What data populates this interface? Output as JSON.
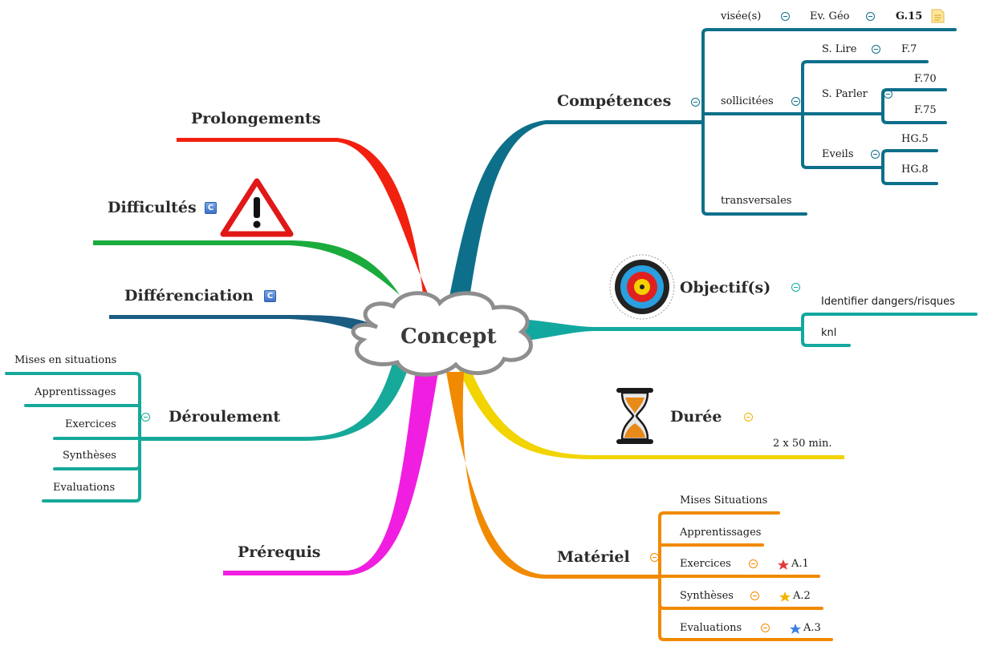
{
  "center": {
    "label": "Concept"
  },
  "colors": {
    "competences": "#0e6f8a",
    "objectifs": "#12a8a0",
    "duree": "#f2d400",
    "materiel": "#f18a00",
    "prerequis": "#f01ee0",
    "deroulement": "#16a99a",
    "differenciation": "#1b5d82",
    "difficultes": "#1aab3c",
    "prolongements": "#f2200e"
  },
  "left": {
    "prolongements": {
      "label": "Prolongements"
    },
    "difficultes": {
      "label": "Difficultés",
      "badge": "C",
      "icon": "warning-triangle-icon"
    },
    "differenciation": {
      "label": "Différenciation",
      "badge": "C"
    },
    "deroulement": {
      "label": "Déroulement",
      "items": [
        "Mises en situations",
        "Apprentissages",
        "Exercices",
        "Synthèses",
        "Evaluations"
      ]
    },
    "prerequis": {
      "label": "Prérequis"
    }
  },
  "right": {
    "competences": {
      "label": "Compétences",
      "visees": {
        "label": "visée(s)",
        "child": "Ev. Géo",
        "leaf": "G.15",
        "note_icon": "note-icon"
      },
      "sollicitees": {
        "label": "sollicitées",
        "lire": {
          "label": "S. Lire",
          "leaf": "F.7"
        },
        "parler": {
          "label": "S. Parler",
          "leaves": [
            "F.70",
            "F.75"
          ]
        },
        "eveils": {
          "label": "Eveils",
          "leaves": [
            "HG.5",
            "HG.8"
          ]
        }
      },
      "transversales": {
        "label": "transversales"
      }
    },
    "objectifs": {
      "label": "Objectif(s)",
      "icon": "target-icon",
      "items": [
        "Identifier dangers/risques",
        "knl"
      ]
    },
    "duree": {
      "label": "Durée",
      "icon": "hourglass-icon",
      "value": "2 x 50 min."
    },
    "materiel": {
      "label": "Matériel",
      "items": [
        {
          "label": "Mises Situations"
        },
        {
          "label": "Apprentissages"
        },
        {
          "label": "Exercices",
          "star": "red-star-icon",
          "star_color": "#e23b3b",
          "ref": "A.1"
        },
        {
          "label": "Synthèses",
          "star": "yellow-star-icon",
          "star_color": "#f2b400",
          "ref": "A.2"
        },
        {
          "label": "Evaluations",
          "star": "blue-star-icon",
          "star_color": "#3b7fe2",
          "ref": "A.3"
        }
      ]
    }
  }
}
